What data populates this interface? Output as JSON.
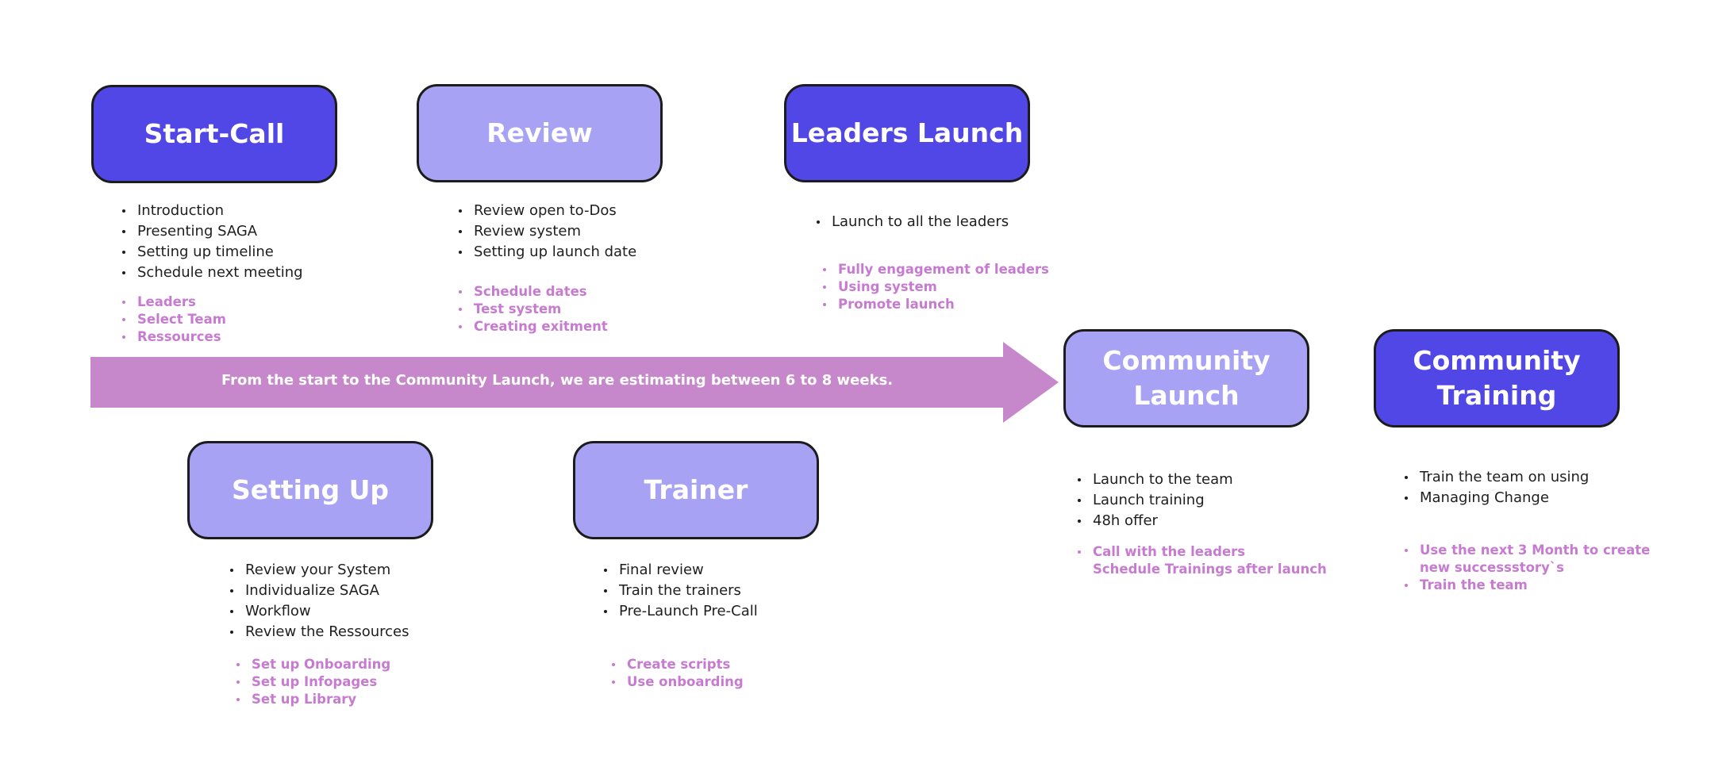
{
  "colors": {
    "dark_box": "#5146e6",
    "light_box": "#a7a2f4",
    "arrow": "#c688ca",
    "note_text": "#c77bd0",
    "body_text": "#1e1e1e",
    "border": "#1c1c1c"
  },
  "arrow": {
    "text": "From the start to the Community Launch, we are estimating between 6 to 8 weeks."
  },
  "stages": {
    "start_call": {
      "title": "Start-Call",
      "items": [
        "Introduction",
        "Presenting SAGA",
        "Setting up timeline",
        "Schedule next meeting"
      ],
      "notes": [
        "Leaders",
        "Select Team",
        "Ressources"
      ]
    },
    "review": {
      "title": "Review",
      "items": [
        "Review open to-Dos",
        "Review system",
        "Setting up launch date"
      ],
      "notes": [
        "Schedule dates",
        "Test system",
        "Creating exitment"
      ]
    },
    "leaders_launch": {
      "title": "Leaders Launch",
      "items": [
        "Launch to all the leaders"
      ],
      "notes": [
        "Fully engagement of leaders",
        "Using system",
        "Promote launch"
      ]
    },
    "setting_up": {
      "title": "Setting Up",
      "items": [
        "Review your System",
        "Individualize SAGA",
        "Workflow",
        "Review the Ressources"
      ],
      "notes": [
        "Set up Onboarding",
        "Set up Infopages",
        "Set up Library"
      ]
    },
    "trainer": {
      "title": "Trainer",
      "items": [
        "Final review",
        "Train the trainers",
        "Pre-Launch Pre-Call"
      ],
      "notes": [
        "Create scripts",
        "Use onboarding"
      ]
    },
    "community_launch": {
      "title": "Community\nLaunch",
      "items": [
        "Launch to the team",
        "Launch training",
        "48h offer"
      ],
      "notes": [
        "Call with the leaders",
        "Schedule Trainings after launch"
      ]
    },
    "community_training": {
      "title": "Community\nTraining",
      "items": [
        "Train the team on using",
        "Managing Change"
      ],
      "notes": [
        "Use the next 3 Month to create",
        "new successstory`s",
        "Train the team"
      ]
    }
  }
}
